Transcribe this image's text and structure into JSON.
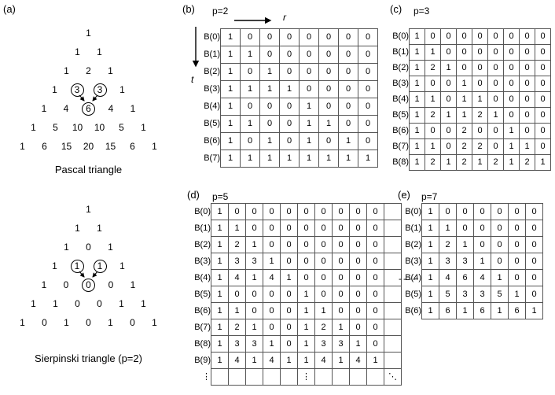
{
  "panels": {
    "a": {
      "label": "(a)",
      "pascal": {
        "caption": "Pascal triangle",
        "rows": [
          [
            "1"
          ],
          [
            "1",
            "1"
          ],
          [
            "1",
            "2",
            "1"
          ],
          [
            "1",
            "3",
            "3",
            "1"
          ],
          [
            "1",
            "4",
            "6",
            "4",
            "1"
          ],
          [
            "1",
            "5",
            "10",
            "10",
            "5",
            "1"
          ],
          [
            "1",
            "6",
            "15",
            "20",
            "15",
            "6",
            "1"
          ]
        ],
        "circles": [
          {
            "row": 3,
            "col": 1
          },
          {
            "row": 3,
            "col": 2
          },
          {
            "row": 4,
            "col": 2
          }
        ]
      },
      "sierpinski": {
        "caption": "Sierpinski triangle (p=2)",
        "rows": [
          [
            "1"
          ],
          [
            "1",
            "1"
          ],
          [
            "1",
            "0",
            "1"
          ],
          [
            "1",
            "1",
            "1",
            "1"
          ],
          [
            "1",
            "0",
            "0",
            "0",
            "1"
          ],
          [
            "1",
            "1",
            "0",
            "0",
            "1",
            "1"
          ],
          [
            "1",
            "0",
            "1",
            "0",
            "1",
            "0",
            "1"
          ]
        ],
        "circles": [
          {
            "row": 3,
            "col": 1
          },
          {
            "row": 3,
            "col": 2
          },
          {
            "row": 4,
            "col": 2
          }
        ]
      }
    },
    "b": {
      "label": "(b)",
      "p_label": "p=2",
      "axis": {
        "r": "r",
        "t": "t"
      },
      "row_labels": [
        "B(0)",
        "B(1)",
        "B(2)",
        "B(3)",
        "B(4)",
        "B(5)",
        "B(6)",
        "B(7)"
      ],
      "matrix": [
        [
          "1",
          "0",
          "0",
          "0",
          "0",
          "0",
          "0",
          "0"
        ],
        [
          "1",
          "1",
          "0",
          "0",
          "0",
          "0",
          "0",
          "0"
        ],
        [
          "1",
          "0",
          "1",
          "0",
          "0",
          "0",
          "0",
          "0"
        ],
        [
          "1",
          "1",
          "1",
          "1",
          "0",
          "0",
          "0",
          "0"
        ],
        [
          "1",
          "0",
          "0",
          "0",
          "1",
          "0",
          "0",
          "0"
        ],
        [
          "1",
          "1",
          "0",
          "0",
          "1",
          "1",
          "0",
          "0"
        ],
        [
          "1",
          "0",
          "1",
          "0",
          "1",
          "0",
          "1",
          "0"
        ],
        [
          "1",
          "1",
          "1",
          "1",
          "1",
          "1",
          "1",
          "1"
        ]
      ]
    },
    "c": {
      "label": "(c)",
      "p_label": "p=3",
      "row_labels": [
        "B(0)",
        "B(1)",
        "B(2)",
        "B(3)",
        "B(4)",
        "B(5)",
        "B(6)",
        "B(7)",
        "B(8)"
      ],
      "matrix": [
        [
          "1",
          "0",
          "0",
          "0",
          "0",
          "0",
          "0",
          "0",
          "0"
        ],
        [
          "1",
          "1",
          "0",
          "0",
          "0",
          "0",
          "0",
          "0",
          "0"
        ],
        [
          "1",
          "2",
          "1",
          "0",
          "0",
          "0",
          "0",
          "0",
          "0"
        ],
        [
          "1",
          "0",
          "0",
          "1",
          "0",
          "0",
          "0",
          "0",
          "0"
        ],
        [
          "1",
          "1",
          "0",
          "1",
          "1",
          "0",
          "0",
          "0",
          "0"
        ],
        [
          "1",
          "2",
          "1",
          "1",
          "2",
          "1",
          "0",
          "0",
          "0"
        ],
        [
          "1",
          "0",
          "0",
          "2",
          "0",
          "0",
          "1",
          "0",
          "0"
        ],
        [
          "1",
          "1",
          "0",
          "2",
          "2",
          "0",
          "1",
          "1",
          "0"
        ],
        [
          "1",
          "2",
          "1",
          "2",
          "1",
          "2",
          "1",
          "2",
          "1"
        ]
      ]
    },
    "d": {
      "label": "(d)",
      "p_label": "p=5",
      "continuation": "----",
      "row_labels": [
        "B(0)",
        "B(1)",
        "B(2)",
        "B(3)",
        "B(4)",
        "B(5)",
        "B(6)",
        "B(7)",
        "B(8)",
        "B(9)",
        "⋮"
      ],
      "matrix": [
        [
          "1",
          "0",
          "0",
          "0",
          "0",
          "0",
          "0",
          "0",
          "0",
          "0",
          ""
        ],
        [
          "1",
          "1",
          "0",
          "0",
          "0",
          "0",
          "0",
          "0",
          "0",
          "0",
          ""
        ],
        [
          "1",
          "2",
          "1",
          "0",
          "0",
          "0",
          "0",
          "0",
          "0",
          "0",
          ""
        ],
        [
          "1",
          "3",
          "3",
          "1",
          "0",
          "0",
          "0",
          "0",
          "0",
          "0",
          ""
        ],
        [
          "1",
          "4",
          "1",
          "4",
          "1",
          "0",
          "0",
          "0",
          "0",
          "0",
          ""
        ],
        [
          "1",
          "0",
          "0",
          "0",
          "0",
          "1",
          "0",
          "0",
          "0",
          "0",
          ""
        ],
        [
          "1",
          "1",
          "0",
          "0",
          "0",
          "1",
          "1",
          "0",
          "0",
          "0",
          ""
        ],
        [
          "1",
          "2",
          "1",
          "0",
          "0",
          "1",
          "2",
          "1",
          "0",
          "0",
          ""
        ],
        [
          "1",
          "3",
          "3",
          "1",
          "0",
          "1",
          "3",
          "3",
          "1",
          "0",
          ""
        ],
        [
          "1",
          "4",
          "1",
          "4",
          "1",
          "1",
          "4",
          "1",
          "4",
          "1",
          ""
        ],
        [
          "",
          "",
          "",
          "",
          "",
          "⋮",
          "",
          "",
          "",
          "",
          "⋱"
        ]
      ]
    },
    "e": {
      "label": "(e)",
      "p_label": "p=7",
      "row_labels": [
        "B(0)",
        "B(1)",
        "B(2)",
        "B(3)",
        "B(4)",
        "B(5)",
        "B(6)"
      ],
      "matrix": [
        [
          "1",
          "0",
          "0",
          "0",
          "0",
          "0",
          "0"
        ],
        [
          "1",
          "1",
          "0",
          "0",
          "0",
          "0",
          "0"
        ],
        [
          "1",
          "2",
          "1",
          "0",
          "0",
          "0",
          "0"
        ],
        [
          "1",
          "3",
          "3",
          "1",
          "0",
          "0",
          "0"
        ],
        [
          "1",
          "4",
          "6",
          "4",
          "1",
          "0",
          "0"
        ],
        [
          "1",
          "5",
          "3",
          "3",
          "5",
          "1",
          "0"
        ],
        [
          "1",
          "6",
          "1",
          "6",
          "1",
          "6",
          "1"
        ]
      ]
    }
  }
}
